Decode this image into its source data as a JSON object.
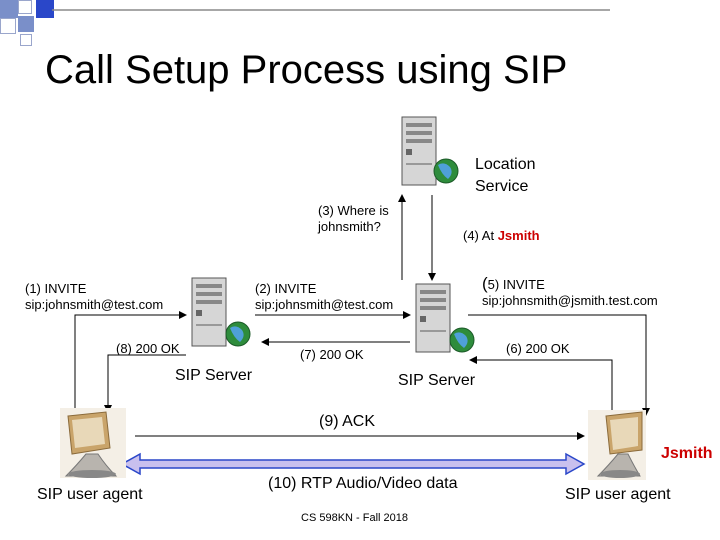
{
  "title": "Call Setup Process using SIP",
  "location_service": {
    "line1": "Location",
    "line2": "Service"
  },
  "step3": {
    "line1": "(3) Where is",
    "line2": "johnsmith?"
  },
  "step4": {
    "prefix": "(4) At ",
    "name": "Jsmith"
  },
  "step1": {
    "line1": "(1)  INVITE",
    "line2": "sip:johnsmith@test.com"
  },
  "step2": {
    "line1": "(2) INVITE",
    "line2": "sip:johnsmith@test.com"
  },
  "step5": {
    "line1_paren": "(",
    "line1_rest": "5) INVITE",
    "line2": "sip:johnsmith@jsmith.test.com"
  },
  "step8": "(8) 200 OK",
  "step7": "(7) 200 OK",
  "step6": "(6) 200 OK",
  "sip_server_left": "SIP Server",
  "sip_server_right": "SIP Server",
  "step9": "(9) ACK",
  "callee_name": "Jsmith",
  "step10": "(10) RTP Audio/Video data",
  "agent_left": "SIP user agent",
  "agent_right": "SIP user agent",
  "footer": "CS 598KN - Fall 2018",
  "colors": {
    "accent_blue": "#2a47c9",
    "square_blue": "#7a8fc9",
    "jsmith_red": "#cc0000",
    "rtp_fill": "#c9c0ee"
  }
}
